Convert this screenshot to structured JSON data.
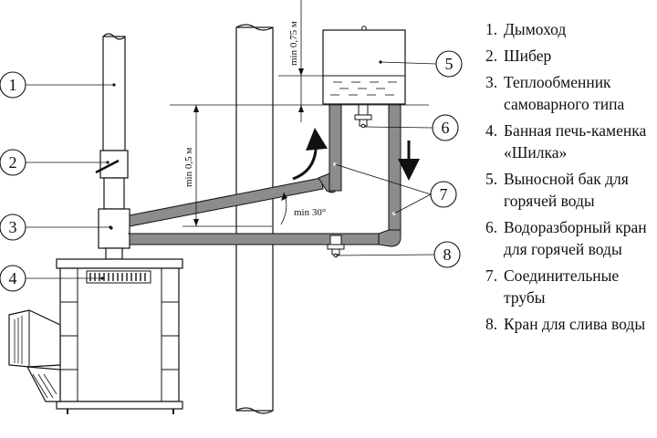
{
  "dimensions": {
    "tank_clearance": "min 0,75 м",
    "tank_height": "min 0,5 м",
    "pipe_angle": "min 30°"
  },
  "callouts": [
    "1",
    "2",
    "3",
    "4",
    "5",
    "6",
    "7",
    "8"
  ],
  "legend": [
    {
      "num": "1.",
      "text": "Дымоход"
    },
    {
      "num": "2.",
      "text": "Шибер"
    },
    {
      "num": "3.",
      "text": "Теплообменник самоварного типа"
    },
    {
      "num": "4.",
      "text": "Банная печь-каменка «Шилка»"
    },
    {
      "num": "5.",
      "text": "Выносной бак для горячей воды"
    },
    {
      "num": "6.",
      "text": "Водоразборный кран для горячей воды"
    },
    {
      "num": "7.",
      "text": "Соединительные трубы"
    },
    {
      "num": "8.",
      "text": "Кран для слива воды"
    }
  ],
  "colors": {
    "pipe": "#8c8c8c",
    "line": "#1a1a1a",
    "wall": "#ffffff"
  }
}
